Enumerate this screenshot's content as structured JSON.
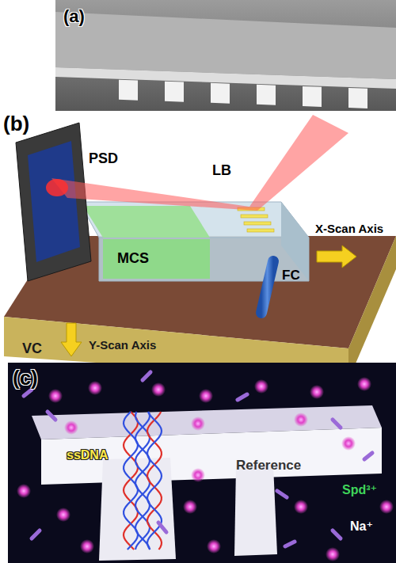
{
  "diagram": {
    "labels": [
      "(a)",
      "(b)",
      "PSD",
      "LB",
      "MCS",
      "FC",
      "X-Scan Axis",
      "VC",
      "Y-Scan Axis",
      "(c)",
      "ssDNA",
      "Reference",
      "Spd³⁺",
      "Na⁺"
    ]
  }
}
